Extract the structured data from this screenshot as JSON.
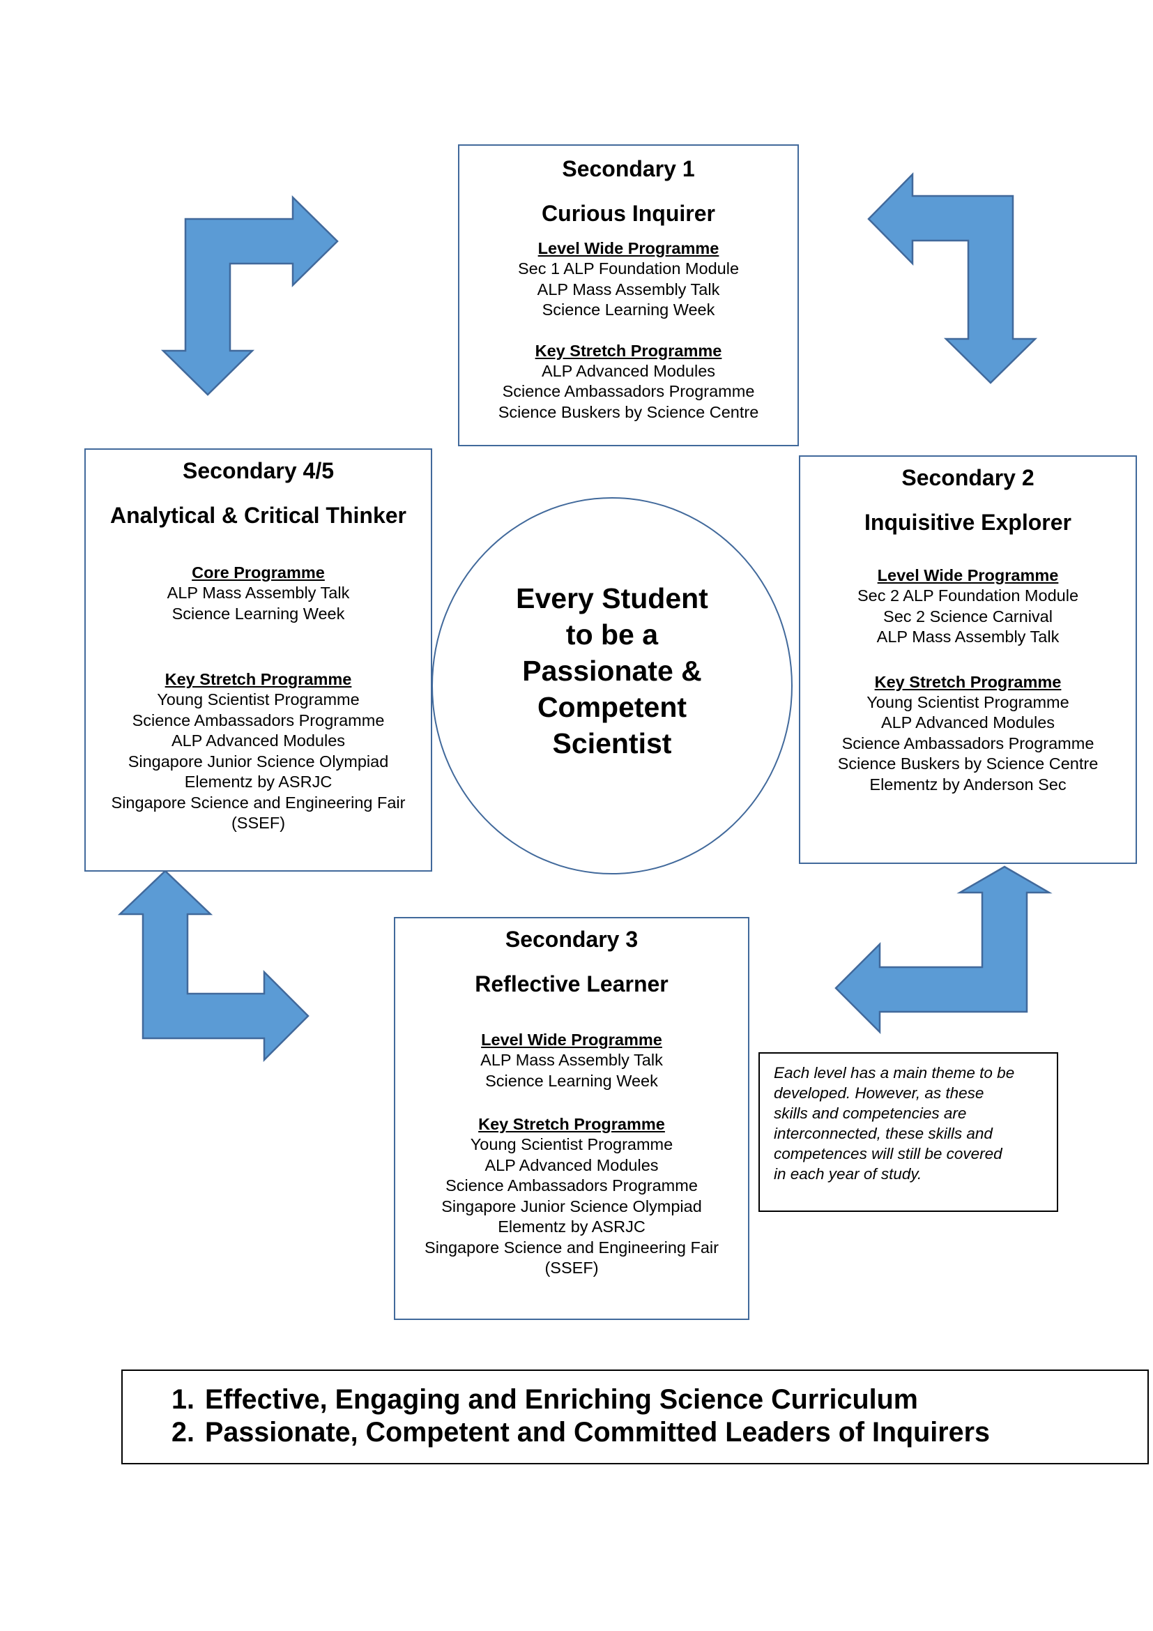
{
  "center": {
    "lines": [
      "Every Student",
      "to be a",
      "Passionate &",
      "Competent",
      "Scientist"
    ]
  },
  "sec1": {
    "level": "Secondary 1",
    "theme": "Curious Inquirer",
    "groups": [
      {
        "heading": "Level Wide Programme",
        "items": [
          "Sec 1 ALP Foundation Module",
          "ALP Mass Assembly Talk",
          "Science Learning Week"
        ]
      },
      {
        "heading": "Key Stretch Programme",
        "items": [
          "ALP Advanced Modules",
          "Science Ambassadors Programme",
          "Science Buskers by Science Centre"
        ]
      }
    ]
  },
  "sec2": {
    "level": "Secondary 2",
    "theme": "Inquisitive Explorer",
    "groups": [
      {
        "heading": "Level Wide Programme",
        "items": [
          "Sec 2 ALP Foundation Module",
          "Sec 2 Science Carnival",
          "ALP Mass Assembly Talk"
        ]
      },
      {
        "heading": "Key Stretch Programme",
        "items": [
          "Young Scientist Programme",
          "ALP Advanced Modules",
          "Science Ambassadors Programme",
          "Science Buskers by Science Centre",
          "Elementz by Anderson Sec"
        ]
      }
    ]
  },
  "sec3": {
    "level": "Secondary 3",
    "theme": "Reflective Learner",
    "groups": [
      {
        "heading": "Level Wide Programme",
        "items": [
          "ALP Mass Assembly Talk",
          "Science Learning Week"
        ]
      },
      {
        "heading": "Key Stretch Programme",
        "items": [
          "Young Scientist Programme",
          "ALP Advanced Modules",
          "Science Ambassadors Programme",
          "Singapore Junior Science Olympiad",
          "Elementz by ASRJC",
          "Singapore Science and Engineering Fair",
          "(SSEF)"
        ]
      }
    ]
  },
  "sec45": {
    "level": "Secondary 4/5",
    "theme": "Analytical & Critical Thinker",
    "groups": [
      {
        "heading": "Core Programme",
        "items": [
          "ALP Mass Assembly Talk",
          "Science Learning Week"
        ]
      },
      {
        "heading": "Key Stretch Programme",
        "items": [
          "Young Scientist Programme",
          "Science Ambassadors Programme",
          "ALP Advanced Modules",
          "Singapore Junior Science Olympiad",
          "Elementz by ASRJC",
          "Singapore Science and Engineering Fair",
          "(SSEF)"
        ]
      }
    ]
  },
  "note": {
    "lines": [
      "Each level has a main theme to be",
      "developed. However, as these",
      "skills and competencies are",
      "interconnected, these skills and",
      "competences will still be covered",
      "in each year of study."
    ]
  },
  "goals": [
    {
      "num": "1.",
      "text": "Effective, Engaging and Enriching Science Curriculum"
    },
    {
      "num": "2.",
      "text": "Passionate, Competent and Committed Leaders of Inquirers"
    }
  ],
  "colors": {
    "arrow_fill": "#5b9bd5",
    "arrow_stroke": "#41699b",
    "box_border": "#41699b"
  }
}
